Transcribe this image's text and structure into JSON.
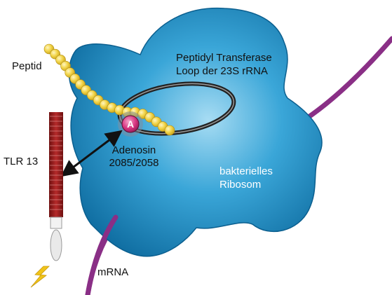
{
  "labels": {
    "peptide": "Peptid",
    "peptidyl_transferase_line1": "Peptidyl Transferase",
    "peptidyl_transferase_line2": "Loop der 23S rRNA",
    "adenosine_marker": "A",
    "adenosine_line1": "Adenosin",
    "adenosine_line2": "2085/2058",
    "receptor": "TLR 13",
    "ribosome_line1": "bakterielles",
    "ribosome_line2": "Ribosom",
    "mrna": "mRNA"
  },
  "colors": {
    "ribosome": "#1f8fc4",
    "ribosome_light": "#8fd0ef",
    "ribosome_dark": "#0b5f8f",
    "mrna": "#8a2f86",
    "peptide_bead": "#f2d54a",
    "receptor_red": "#9b1c1c",
    "adenosine_marker": "#d6337f",
    "loop": "#2b2b2b",
    "signal": "#f0c419"
  },
  "peptide_bead_count": 20
}
